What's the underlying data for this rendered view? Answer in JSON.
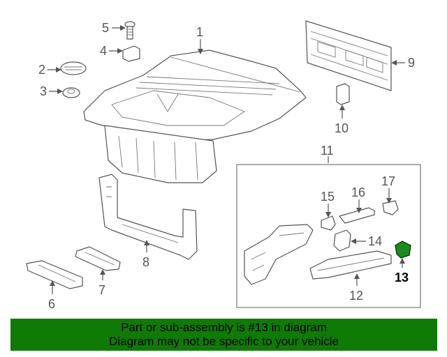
{
  "diagram": {
    "callouts": [
      "1",
      "2",
      "3",
      "4",
      "5",
      "6",
      "7",
      "8",
      "9",
      "10",
      "11",
      "12",
      "13",
      "14",
      "15",
      "16",
      "17"
    ],
    "highlighted_part": "13",
    "highlight_color": "#1e8a1e",
    "line_color": "#555555"
  },
  "banner": {
    "line1": "Part or sub-assembly is #13 in diagram",
    "line2": "Diagram may not be specific to your vehicle",
    "color": "#0f7a06"
  }
}
